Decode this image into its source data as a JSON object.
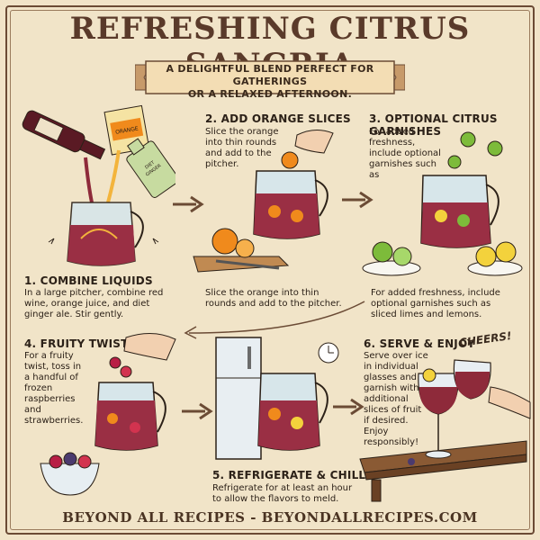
{
  "title": "REFRESHING CITRUS SANGRIA",
  "subtitle_line1": "A DELIGHTFUL BLEND PERFECT FOR GATHERINGS",
  "subtitle_line2": "OR A RELAXED AFTERNOON.",
  "steps": [
    {
      "heading": "1. COMBINE LIQUIDS",
      "body": [
        "In a large pitcher, combine red",
        "wine, orange juice, and diet",
        "ginger ale. Stir gently."
      ]
    },
    {
      "heading": "2. ADD ORANGE SLICES",
      "body": [
        "Slice the orange",
        "into thin rounds",
        "and add to the",
        "pitcher."
      ],
      "caption": [
        "Slice the orange into thin",
        "rounds and add to the pitcher."
      ]
    },
    {
      "heading": "3. OPTIONAL CITRUS GARNISHES",
      "body": [
        "For added",
        "freshness,",
        "include optional",
        "garnishes such",
        "as"
      ],
      "caption": [
        "For added freshness, include",
        "optional garnishes such as",
        "sliced limes and lemons."
      ]
    },
    {
      "heading": "4. FRUITY TWIST",
      "body": [
        "For a fruity",
        "twist, toss in",
        "a handful of",
        "frozen",
        "raspberries",
        "and",
        "strawberries."
      ]
    },
    {
      "heading": "5. REFRIGERATE & CHILL",
      "body": [
        "Refrigerate for at least an hour",
        "to allow the flavors to meld."
      ]
    },
    {
      "heading": "6. SERVE & ENJOY",
      "body": [
        "Serve over ice",
        "in individual",
        "glasses and",
        "garnish with",
        "additional",
        "slices of fruit",
        "if desired.",
        "Enjoy",
        "responsibly!"
      ]
    }
  ],
  "cheers": "CHEERS!",
  "carton_label_1": "ORANGE",
  "carton_label_2": "DIET",
  "carton_label_3": "GINGER",
  "footer": "BEYOND ALL RECIPES - BEYONDALLRECIPES.COM",
  "colors": {
    "background": "#f1e4c8",
    "wine": "#8e2a3a",
    "orange": "#f08a1c",
    "lime": "#7dbb3a",
    "lemon": "#f3d23c",
    "ink": "#2c2118"
  }
}
